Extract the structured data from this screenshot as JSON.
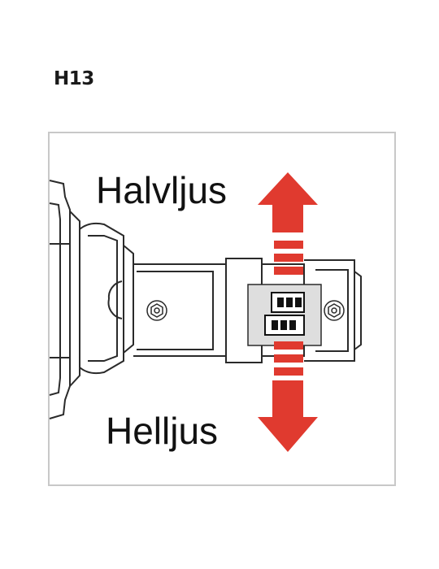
{
  "model": "H13",
  "labels": {
    "top": "Halvljus",
    "bottom": "Helljus"
  },
  "colors": {
    "arrow": "#e03a2f",
    "line": "#2a2a2a",
    "frame": "#c8c8c8"
  },
  "icons": [
    "bulb-base-icon",
    "screw-icon",
    "switch-icon",
    "arrow-up-icon",
    "arrow-down-icon"
  ]
}
